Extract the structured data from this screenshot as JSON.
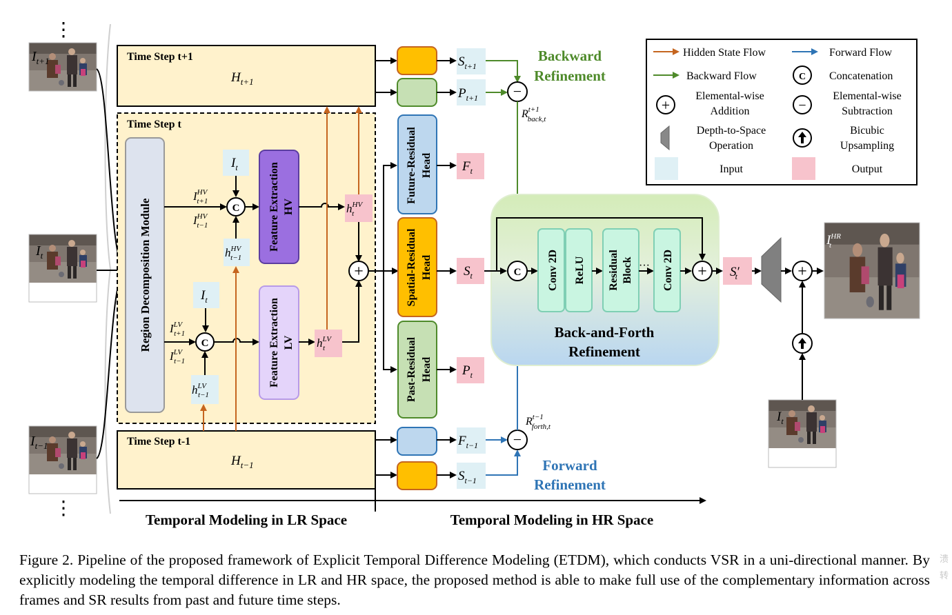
{
  "figure": {
    "steps": {
      "next_title": "Time Step t+1",
      "cur_title": "Time Step t",
      "prev_title": "Time Step t-1",
      "h_next": "H",
      "h_next_sub": "t+1",
      "h_prev": "H",
      "h_prev_sub": "t−1"
    },
    "region_module": "Region Decomposition Module",
    "fe_hv": [
      "Feature Extraction",
      "HV"
    ],
    "fe_lv": [
      "Feature Extraction",
      "LV"
    ],
    "heads": {
      "future": [
        "Future-Residual",
        "Head"
      ],
      "spatial": [
        "Spatial-Residual",
        "Head"
      ],
      "past": [
        "Past-Residual",
        "Head"
      ]
    },
    "refine_modules": [
      [
        "Conv 2D"
      ],
      [
        "ReLU"
      ],
      [
        "Residual",
        "Block"
      ],
      [
        "Conv 2D"
      ]
    ],
    "refine_dots": "···",
    "back_forth": [
      "Back-and-Forth",
      "Refinement"
    ],
    "backward_title": [
      "Backward",
      "Refinement"
    ],
    "forward_title": [
      "Forward",
      "Refinement"
    ],
    "axis_lr": "Temporal Modeling in LR Space",
    "axis_hr": "Temporal Modeling in HR Space",
    "ops": {
      "concat": "C",
      "plus": "+",
      "minus": "−"
    },
    "vdots": "⋮",
    "legend": {
      "hidden": "Hidden State Flow",
      "forward": "Forward Flow",
      "backward": "Backward Flow",
      "concat": "Concatenation",
      "add": [
        "Elemental-wise",
        "Addition"
      ],
      "sub": [
        "Elemental-wise",
        "Subtraction"
      ],
      "d2s": [
        "Depth-to-Space",
        "Operation"
      ],
      "bicubic": [
        "Bicubic",
        "Upsampling"
      ],
      "input": "Input",
      "output": "Output"
    },
    "colors": {
      "hidden": "#c5651f",
      "forward": "#2e74b5",
      "backward": "#4e8a2a",
      "input": "#dff0f5",
      "output": "#f7c3cc",
      "orange_box": "#ffbf00",
      "green_box": "#c6e0b4",
      "blue_box": "#bdd7ee",
      "purple_dark": "#9b6fe0",
      "purple_light": "#e4d4fa",
      "step_bg": "#fff2cc"
    }
  },
  "caption": "Figure 2. Pipeline of the proposed framework of Explicit Temporal Difference Modeling (ETDM), which conducts VSR in a uni-directional manner. By explicitly modeling the temporal difference in LR and HR space, the proposed method is able to make full use of the complementary information across frames and SR results from past and future time steps.",
  "watermark": "溃 转"
}
